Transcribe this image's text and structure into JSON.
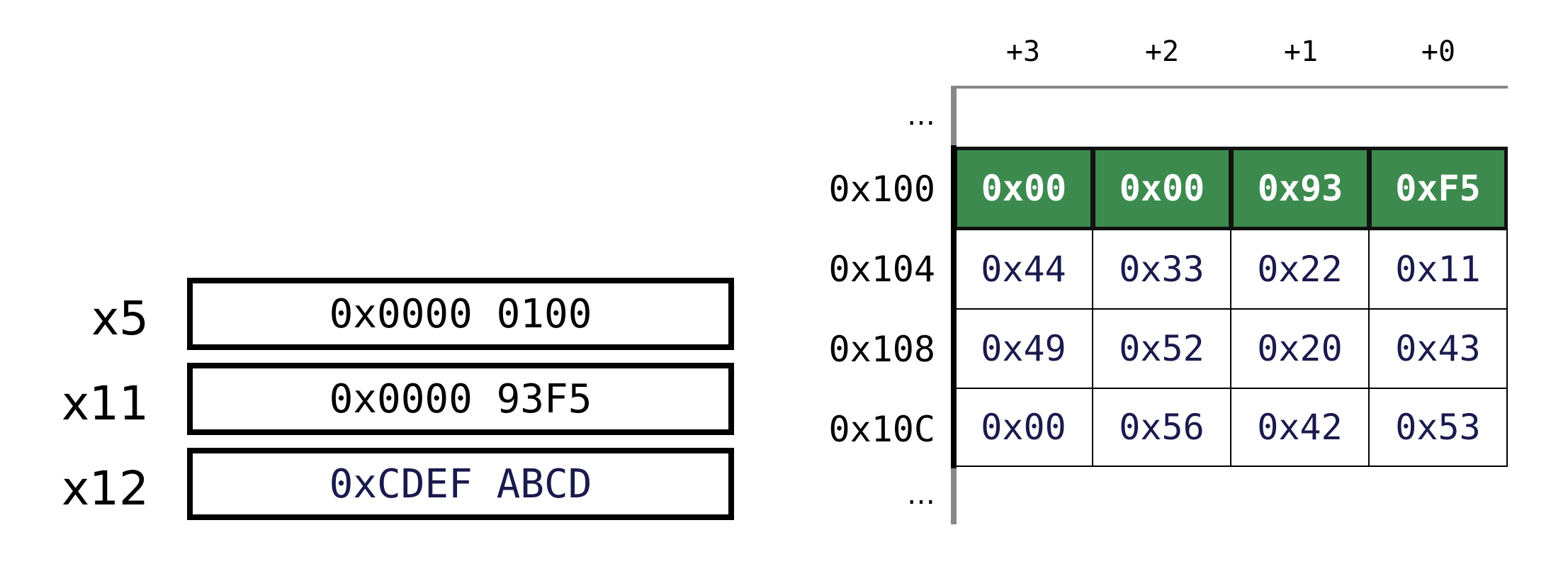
{
  "registers": [
    {
      "name": "x5",
      "value": "0x0000 0100"
    },
    {
      "name": "x11",
      "value": "0x0000 93F5"
    },
    {
      "name": "x12",
      "value": "0xCDEF ABCD"
    }
  ],
  "memory": {
    "offsets": [
      "+3",
      "+2",
      "+1",
      "+0"
    ],
    "ellipsis_top": "…",
    "ellipsis_bottom": "…",
    "rows": [
      {
        "address": "0x100",
        "highlighted": true,
        "bytes": [
          "0x00",
          "0x00",
          "0x93",
          "0xF5"
        ]
      },
      {
        "address": "0x104",
        "highlighted": false,
        "bytes": [
          "0x44",
          "0x33",
          "0x22",
          "0x11"
        ]
      },
      {
        "address": "0x108",
        "highlighted": false,
        "bytes": [
          "0x49",
          "0x52",
          "0x20",
          "0x43"
        ]
      },
      {
        "address": "0x10C",
        "highlighted": false,
        "bytes": [
          "0x00",
          "0x56",
          "0x42",
          "0x53"
        ]
      }
    ]
  },
  "colors": {
    "highlight": "#3d8a4f",
    "axis": "#888888",
    "value_text": "#1a1a4d"
  }
}
